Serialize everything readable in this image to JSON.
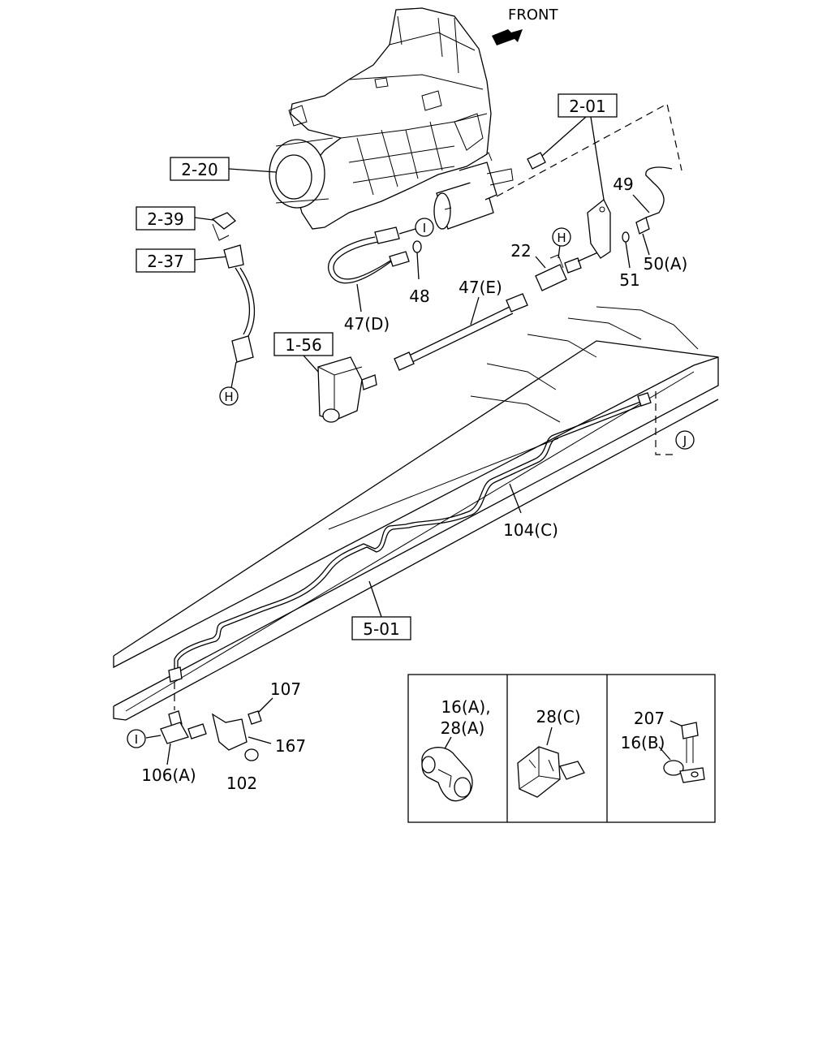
{
  "direction_label": "FRONT",
  "ref_boxes": {
    "b_2_20": "2-20",
    "b_2_39": "2-39",
    "b_2_37": "2-37",
    "b_1_56": "1-56",
    "b_2_01": "2-01",
    "b_5_01": "5-01"
  },
  "part_labels": {
    "p_49": "49",
    "p_50a": "50(A)",
    "p_51": "51",
    "p_22": "22",
    "p_48": "48",
    "p_47d": "47(D)",
    "p_47e": "47(E)",
    "p_104c": "104(C)",
    "p_107": "107",
    "p_167": "167",
    "p_106a": "106(A)",
    "p_102": "102"
  },
  "connector_markers": {
    "m_i_top": "I",
    "m_h_top": "H",
    "m_h_left": "H",
    "m_j": "J",
    "m_i_bottom": "I"
  },
  "detail_panels": {
    "panel1_line1": "16(A),",
    "panel1_line2": "28(A)",
    "panel2_label": "28(C)",
    "panel3_line1": "207",
    "panel3_line2": "16(B)"
  }
}
